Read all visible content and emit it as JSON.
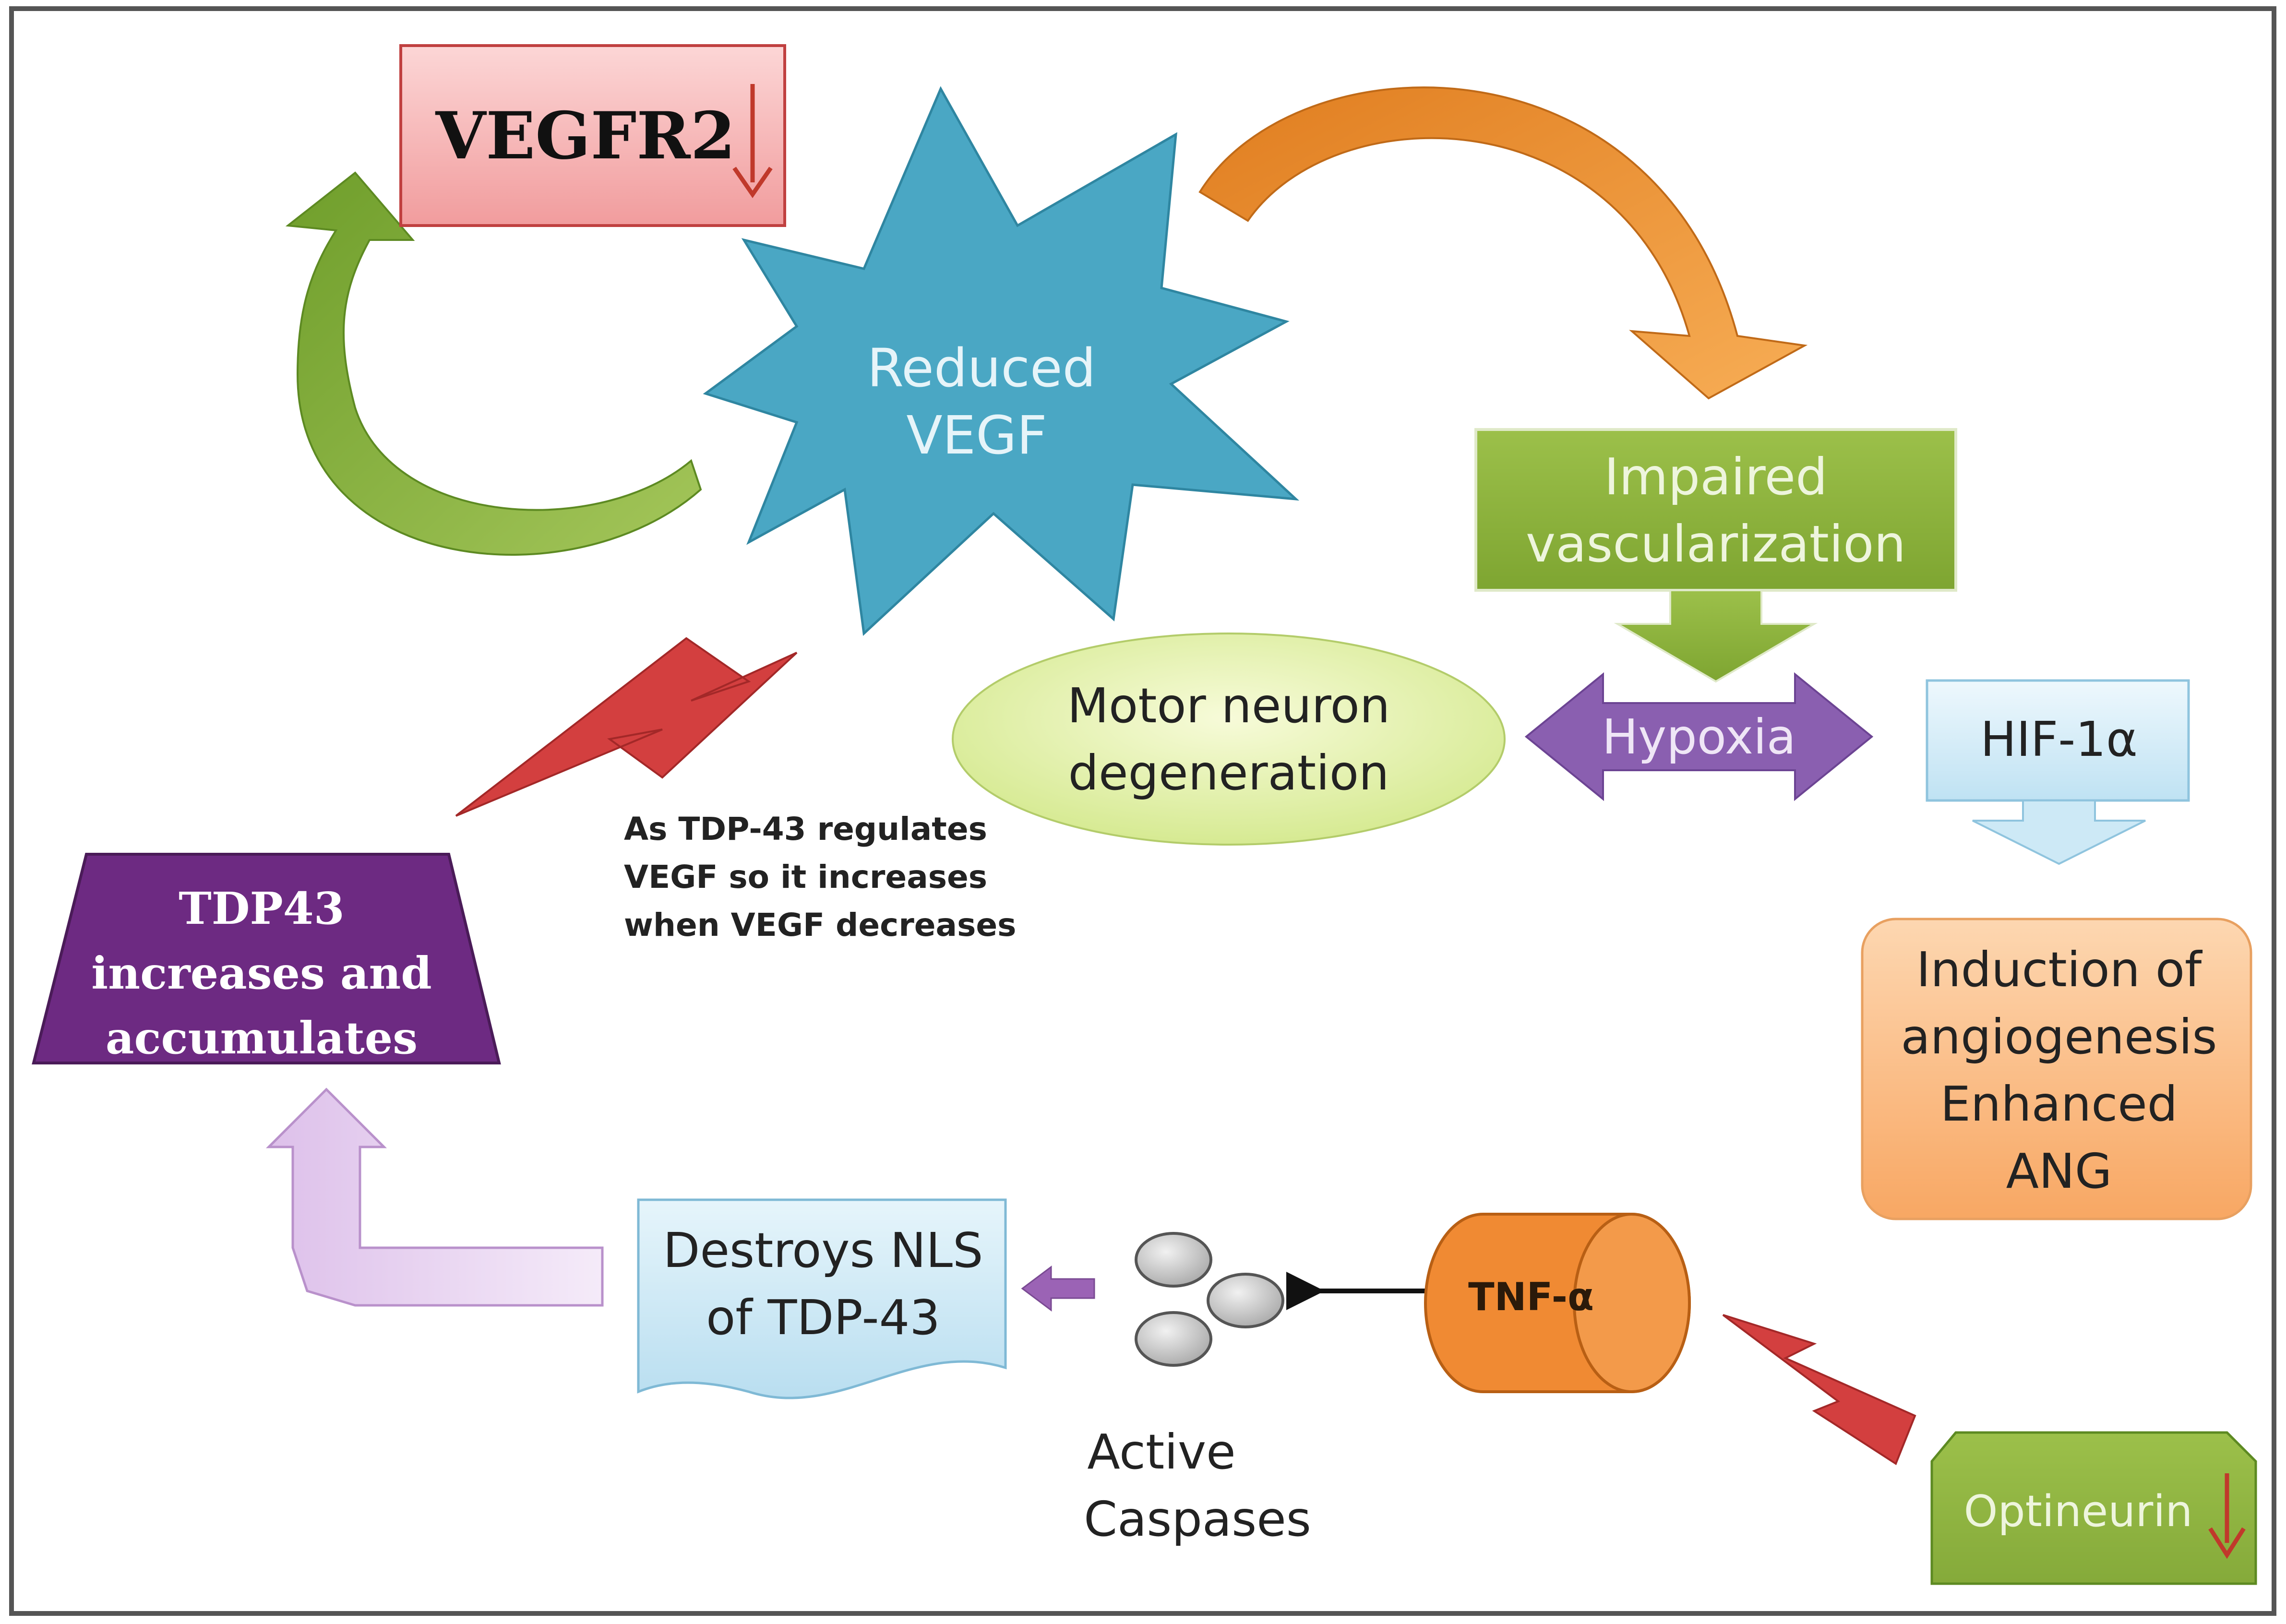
{
  "nodes": {
    "vegfr2": {
      "label": "VEGFR2"
    },
    "reduced_vegf": {
      "line1": "Reduced",
      "line2": "VEGF"
    },
    "impaired_vascularization": {
      "line1": "Impaired",
      "line2": "vascularization"
    },
    "motor_neuron_degeneration": {
      "line1": "Motor neuron",
      "line2": "degeneration"
    },
    "hypoxia": {
      "label": "Hypoxia"
    },
    "hif1a": {
      "label": "HIF-1α"
    },
    "induction_angiogenesis": {
      "line1": "Induction of",
      "line2": "angiogenesis",
      "line3": "Enhanced",
      "line4": "ANG"
    },
    "tdp43_accumulates": {
      "line1": "TDP43",
      "line2": "increases  and",
      "line3": "accumulates"
    },
    "destroys_nls": {
      "line1": "Destroys NLS",
      "line2": "of TDP-43"
    },
    "active_caspases": {
      "line1": "Active",
      "line2": "Caspases"
    },
    "tnf_alpha": {
      "label": "TNF-α"
    },
    "optineurin": {
      "label": "Optineurin"
    }
  },
  "annotations": {
    "tdp43_note": {
      "line1": "As TDP-43 regulates",
      "line2": "VEGF so it increases",
      "line3": "when VEGF decreases"
    }
  },
  "colors": {
    "vegfr2_fill": "#f6b3b4",
    "vegf_star": "#4aa7c4",
    "green_box": "#8cb03a",
    "hypoxia": "#8a5fb0",
    "hif_box": "#d8eef8",
    "angiogenesis_box": "#fbc08a",
    "tdp43_box": "#6d2a82",
    "destroys_box": "#d5edf7",
    "tnf_cylinder": "#f08a33",
    "orange_arrow": "#f0962f",
    "green_arrow": "#83ac3b",
    "red_bolt": "#d33f3f",
    "lavender_arrow": "#e3c8ee"
  }
}
